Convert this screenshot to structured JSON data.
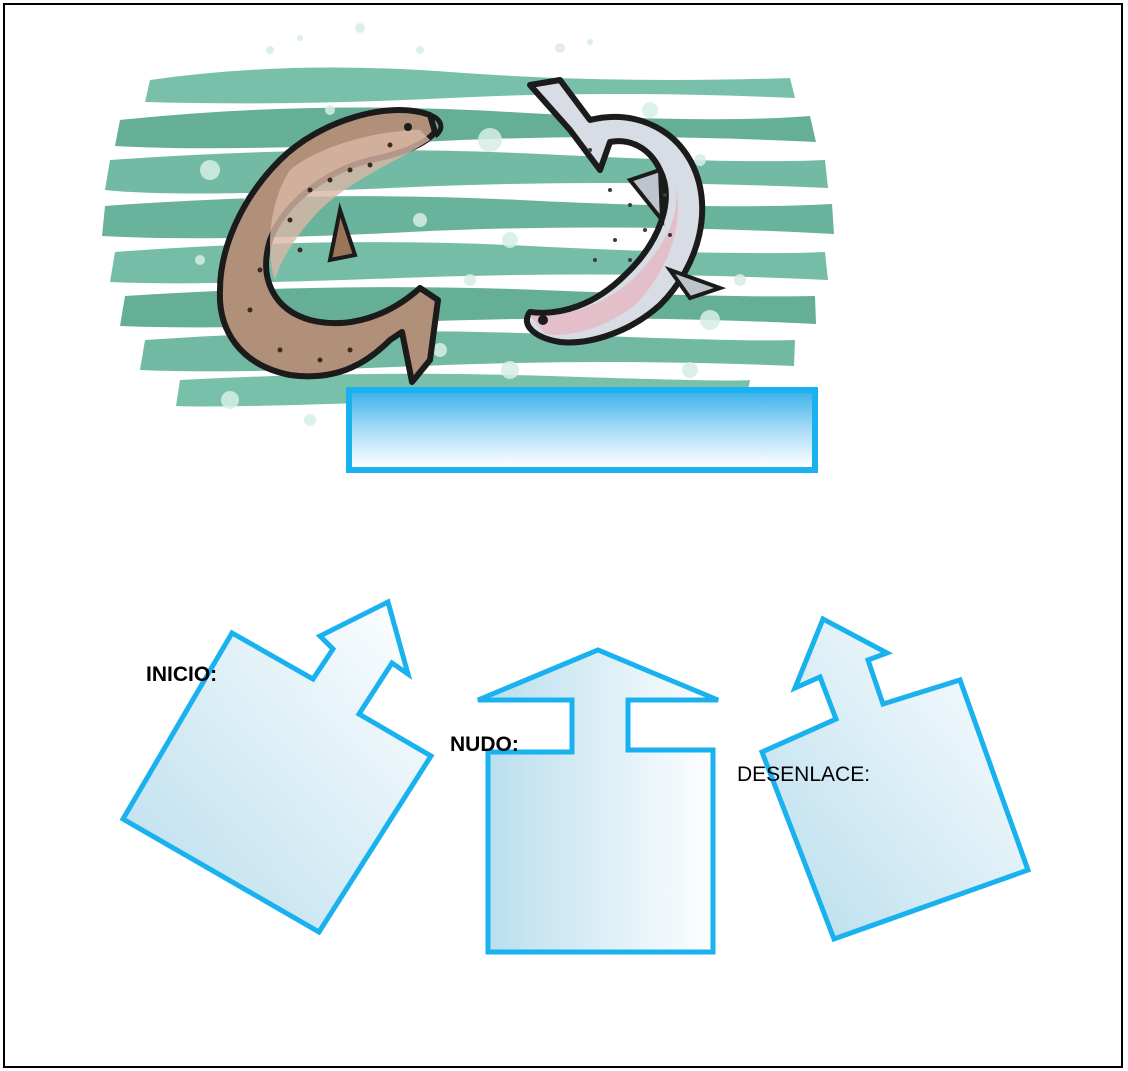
{
  "title_box": {
    "text": ""
  },
  "story_parts": [
    {
      "id": "inicio",
      "label": "INICIO:",
      "bold": true
    },
    {
      "id": "nudo",
      "label": "NUDO:",
      "bold": true
    },
    {
      "id": "desenlace",
      "label": "DESENLACE:",
      "bold": false
    }
  ],
  "colors": {
    "arrow_stroke": "#19b2ef",
    "arrow_fill_dark": "#b7dded",
    "water_green": "#5fae96"
  }
}
